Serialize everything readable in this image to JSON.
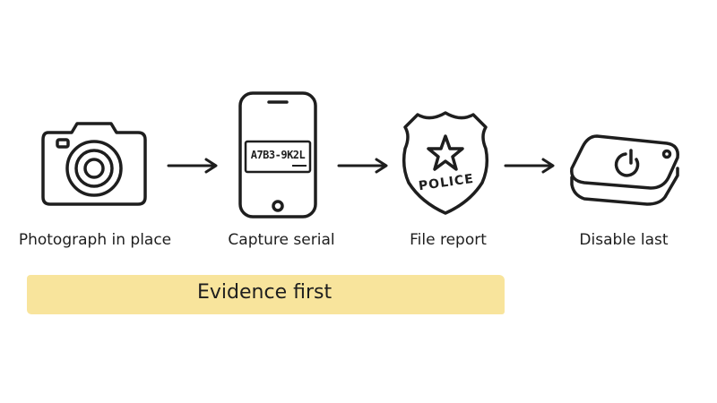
{
  "steps": [
    {
      "label": "Photograph in place",
      "icon": "camera-icon"
    },
    {
      "label": "Capture serial",
      "icon": "phone-icon",
      "screen_text": "A7B3-9K2L"
    },
    {
      "label": "File report",
      "icon": "police-badge-icon",
      "badge_text": "POLICE"
    },
    {
      "label": "Disable last",
      "icon": "tracker-device-icon"
    }
  ],
  "banner": {
    "label": "Evidence first",
    "color": "#f8e49c"
  },
  "colors": {
    "ink": "#1e1e1e",
    "background": "#ffffff"
  }
}
